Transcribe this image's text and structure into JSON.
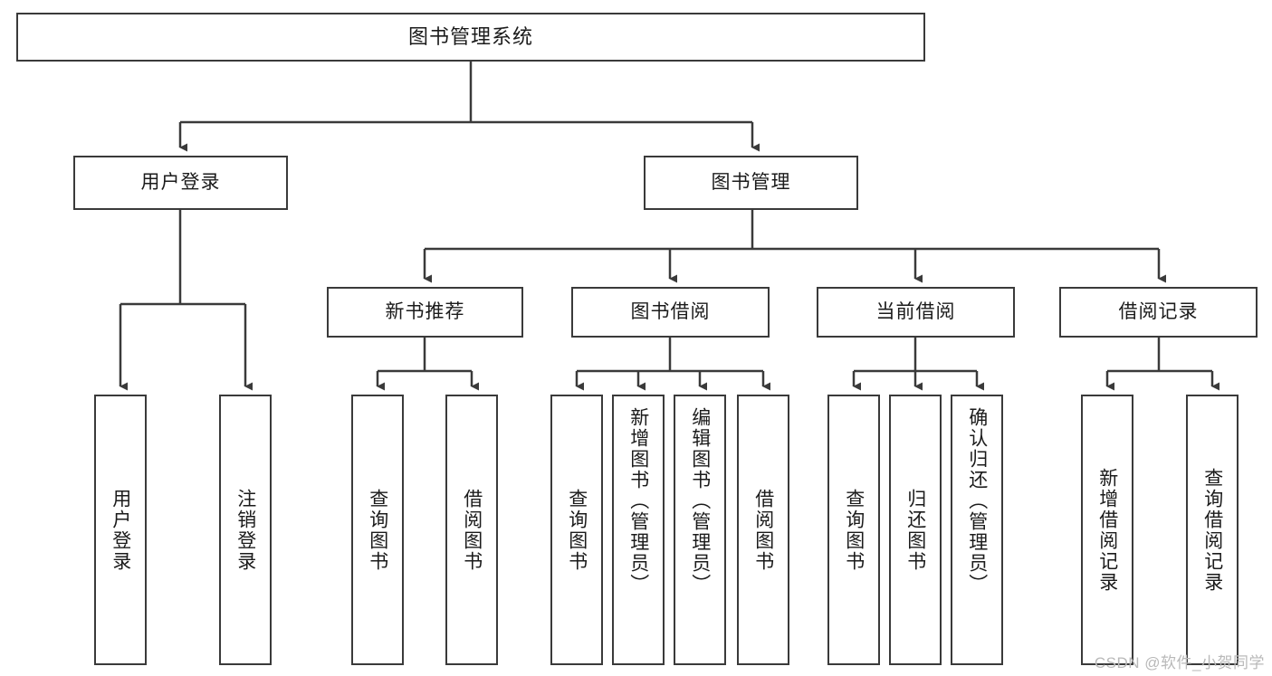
{
  "diagram": {
    "title": "图书管理系统",
    "type": "tree",
    "colors": {
      "border": "#3a3a3a",
      "text": "#1b1b1b",
      "background": "#ffffff",
      "watermark": "#b9b9b9"
    },
    "root": {
      "label": "图书管理系统"
    },
    "level2": [
      {
        "id": "user-login",
        "label": "用户登录"
      },
      {
        "id": "book-manage",
        "label": "图书管理"
      }
    ],
    "level3": [
      {
        "id": "new-book-recommend",
        "label": "新书推荐"
      },
      {
        "id": "book-borrow",
        "label": "图书借阅"
      },
      {
        "id": "current-borrow",
        "label": "当前借阅"
      },
      {
        "id": "borrow-record",
        "label": "借阅记录"
      }
    ],
    "leaves": {
      "user_login": [
        {
          "id": "leaf-user-login",
          "label": "用户登录"
        },
        {
          "id": "leaf-logout-login",
          "label": "注销登录"
        }
      ],
      "new_book_recommend": [
        {
          "id": "leaf-query-book-1",
          "label": "查询图书"
        },
        {
          "id": "leaf-borrow-book-1",
          "label": "借阅图书"
        }
      ],
      "book_borrow": [
        {
          "id": "leaf-query-book-2",
          "label": "查询图书"
        },
        {
          "id": "leaf-add-book",
          "label": "新增图书（管理员）"
        },
        {
          "id": "leaf-edit-book",
          "label": "编辑图书（管理员）"
        },
        {
          "id": "leaf-borrow-book-2",
          "label": "借阅图书"
        }
      ],
      "current_borrow": [
        {
          "id": "leaf-query-book-3",
          "label": "查询图书"
        },
        {
          "id": "leaf-return-book",
          "label": "归还图书"
        },
        {
          "id": "leaf-confirm-return",
          "label": "确认归还（管理员）"
        }
      ],
      "borrow_record": [
        {
          "id": "leaf-add-record",
          "label": "新增借阅记录"
        },
        {
          "id": "leaf-query-record",
          "label": "查询借阅记录"
        }
      ]
    }
  },
  "watermark": {
    "text": "CSDN @软件_小贺同学"
  }
}
